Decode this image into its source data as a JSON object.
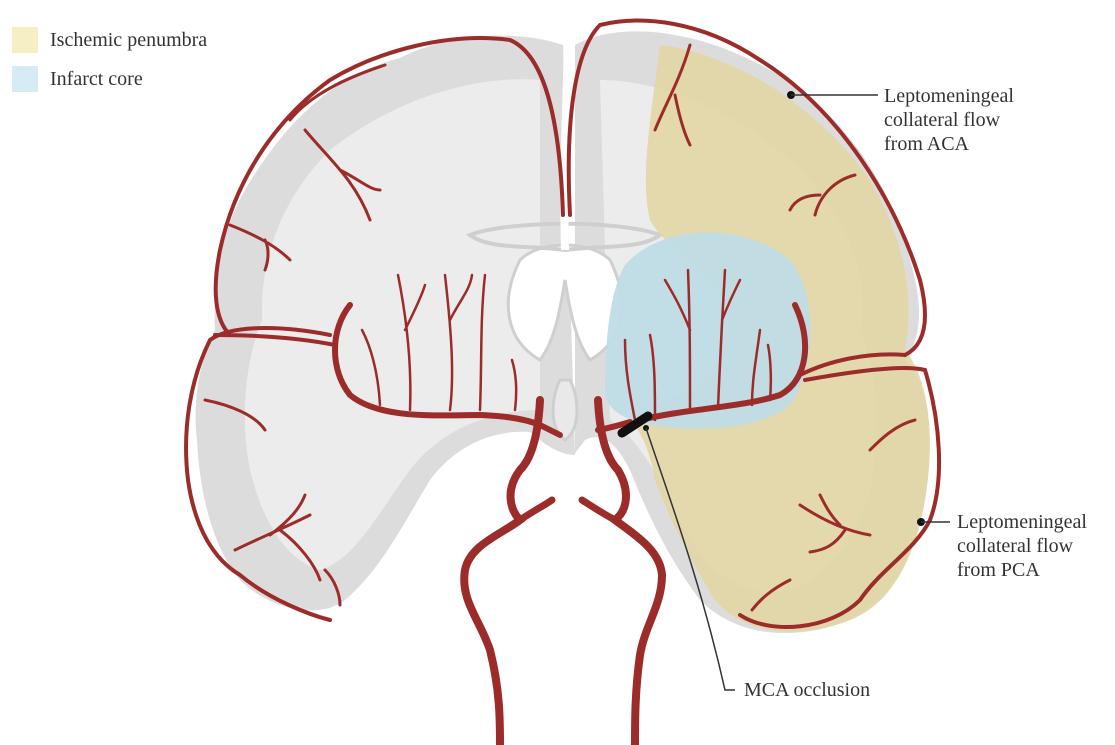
{
  "legend": [
    {
      "label": "Ischemic penumbra",
      "color": "#f6efc3"
    },
    {
      "label": "Infarct core",
      "color": "#d6ecf4"
    }
  ],
  "annotations": {
    "aca": {
      "lines": [
        "Leptomeningeal",
        "collateral flow",
        "from ACA"
      ]
    },
    "pca": {
      "lines": [
        "Leptomeningeal",
        "collateral flow",
        "from PCA"
      ]
    },
    "mca": {
      "lines": [
        "MCA occlusion"
      ]
    }
  },
  "colors": {
    "vessel": "#9b2c2a",
    "brain_outer": "#dcdcdc",
    "brain_inner": "#ececec",
    "penumbra": "#e2d6a2",
    "core": "#bfdce6",
    "occlusion": "#111111",
    "leader": "#333333"
  }
}
